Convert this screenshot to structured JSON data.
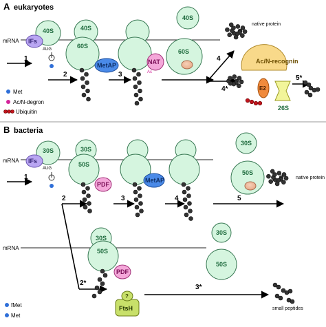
{
  "panels": {
    "a": {
      "letter": "A",
      "title": "eukaryotes",
      "mrna": "mRNA",
      "initiation_factors": "IFs",
      "start_codon": "AUG",
      "small_subunit": "40S",
      "large_subunit": "60S",
      "enzymes": {
        "metap": "MetAP",
        "nat": "NAT",
        "recognin": "Ac/N-recognin",
        "e2": "E2",
        "proteasome": "26S"
      },
      "ac_mark": "Ac",
      "native_protein": "native\nprotein",
      "steps": [
        "1",
        "2",
        "3",
        "4",
        "4*",
        "5*"
      ],
      "legend": [
        {
          "symbol": "met-dot",
          "label": "Met",
          "color": "#2f6fd8"
        },
        {
          "symbol": "ac-dot",
          "label": "Ac/N-degron",
          "color": "#d4249b"
        },
        {
          "symbol": "ubiquitin-chain",
          "label": "Ubiquitin",
          "color": "#c0141c"
        }
      ]
    },
    "b": {
      "letter": "B",
      "title": "bacteria",
      "mrna": "mRNA",
      "initiation_factors": "IFs",
      "start_codon": "AUG",
      "small_subunit": "30S",
      "large_subunit": "50S",
      "enzymes": {
        "pdf": "PDF",
        "metap": "MetAP",
        "ftsh": "FtsH"
      },
      "question_mark": "?",
      "native_protein": "native\nprotein",
      "small_peptides": "small\npeptides",
      "steps": [
        "1",
        "2",
        "3",
        "4",
        "5",
        "2*",
        "3*"
      ],
      "legend": [
        {
          "symbol": "fmet",
          "label": "fMet",
          "color": "#2f6fd8"
        },
        {
          "symbol": "met-dot",
          "label": "Met",
          "color": "#2f6fd8"
        }
      ]
    }
  },
  "colors": {
    "ribosome_fill": "#d5f5df",
    "ribosome_stroke": "#3a7a55",
    "ifs": "#b9a6f2",
    "metap": "#4a8ae8",
    "nat": "#f4a7d9",
    "pdf": "#f4a7d9",
    "recognin": "#f8d98a",
    "e2": "#f08a3c",
    "proteasome": "#f2f59a",
    "ftsh": "#c8e06a",
    "ubiquitin": "#c0141c"
  }
}
